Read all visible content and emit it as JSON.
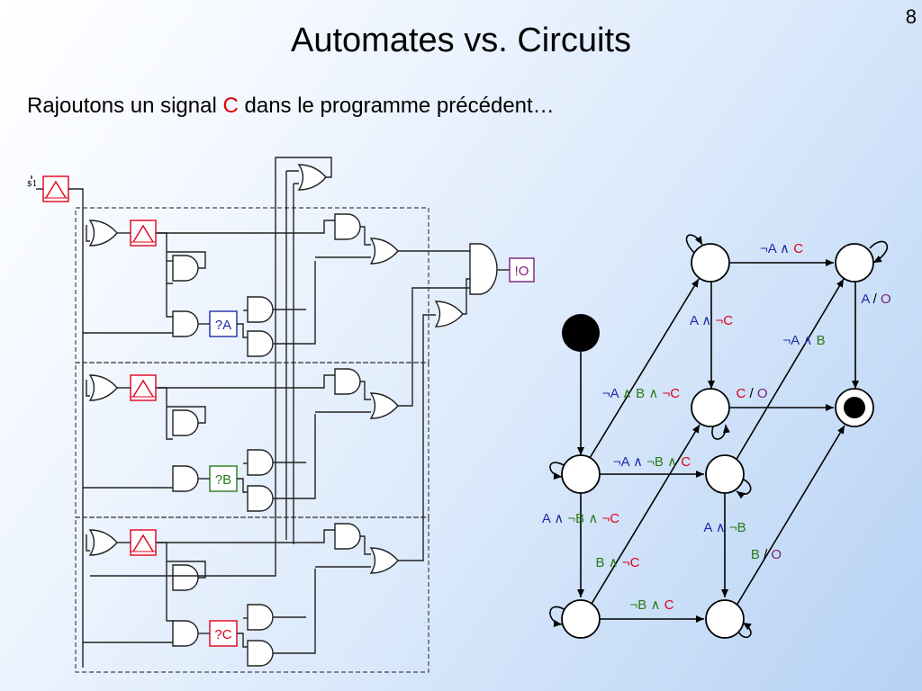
{
  "page_number": "8",
  "title": "Automates vs. Circuits",
  "subtitle": {
    "before": "Rajoutons un signal ",
    "signal": "C",
    "after": " dans le programme précédent…"
  },
  "circuit": {
    "start_label": "$1",
    "input_a": "?A",
    "input_b": "?B",
    "input_c": "?C",
    "output": "!O"
  },
  "automaton": {
    "edges": {
      "top": [
        {
          "t": "¬A ∧ ",
          "c": "blue"
        },
        {
          "t": "C",
          "c": "red"
        }
      ],
      "a_notc": [
        {
          "t": "A ∧ ",
          "c": "blue"
        },
        {
          "t": "¬C",
          "c": "red"
        }
      ],
      "right_ao": [
        {
          "t": "A",
          "c": "blue"
        },
        {
          "t": " / ",
          "c": "black"
        },
        {
          "t": "O",
          "c": "purple"
        }
      ],
      "nota_b": [
        {
          "t": "¬A ∧ ",
          "c": "blue"
        },
        {
          "t": "B",
          "c": "green"
        }
      ],
      "nota_b_notc": [
        {
          "t": "¬A ",
          "c": "blue"
        },
        {
          "t": "∧ B ∧ ",
          "c": "green"
        },
        {
          "t": "¬C",
          "c": "red"
        }
      ],
      "c_o": [
        {
          "t": "C",
          "c": "red"
        },
        {
          "t": " / ",
          "c": "black"
        },
        {
          "t": "O",
          "c": "purple"
        }
      ],
      "nota_notb_c": [
        {
          "t": "¬A ∧ ",
          "c": "blue"
        },
        {
          "t": "¬B ∧ ",
          "c": "green"
        },
        {
          "t": "C",
          "c": "red"
        }
      ],
      "a_notb_notc": [
        {
          "t": "A ∧ ",
          "c": "blue"
        },
        {
          "t": "¬B ∧ ",
          "c": "green"
        },
        {
          "t": "¬C",
          "c": "red"
        }
      ],
      "a_notb": [
        {
          "t": "A ∧ ",
          "c": "blue"
        },
        {
          "t": "¬B",
          "c": "green"
        }
      ],
      "b_notc": [
        {
          "t": "B ∧ ",
          "c": "green"
        },
        {
          "t": "¬C",
          "c": "red"
        }
      ],
      "b_o": [
        {
          "t": "B",
          "c": "green"
        },
        {
          "t": " / ",
          "c": "black"
        },
        {
          "t": "O",
          "c": "purple"
        }
      ],
      "notb_c": [
        {
          "t": "¬B ∧ ",
          "c": "green"
        },
        {
          "t": "C",
          "c": "red"
        }
      ]
    }
  },
  "colors": {
    "blue": "#1f2aa8",
    "red": "#e0001b",
    "green": "#2a7a1a",
    "purple": "#7a1f7a",
    "black": "#000000"
  }
}
